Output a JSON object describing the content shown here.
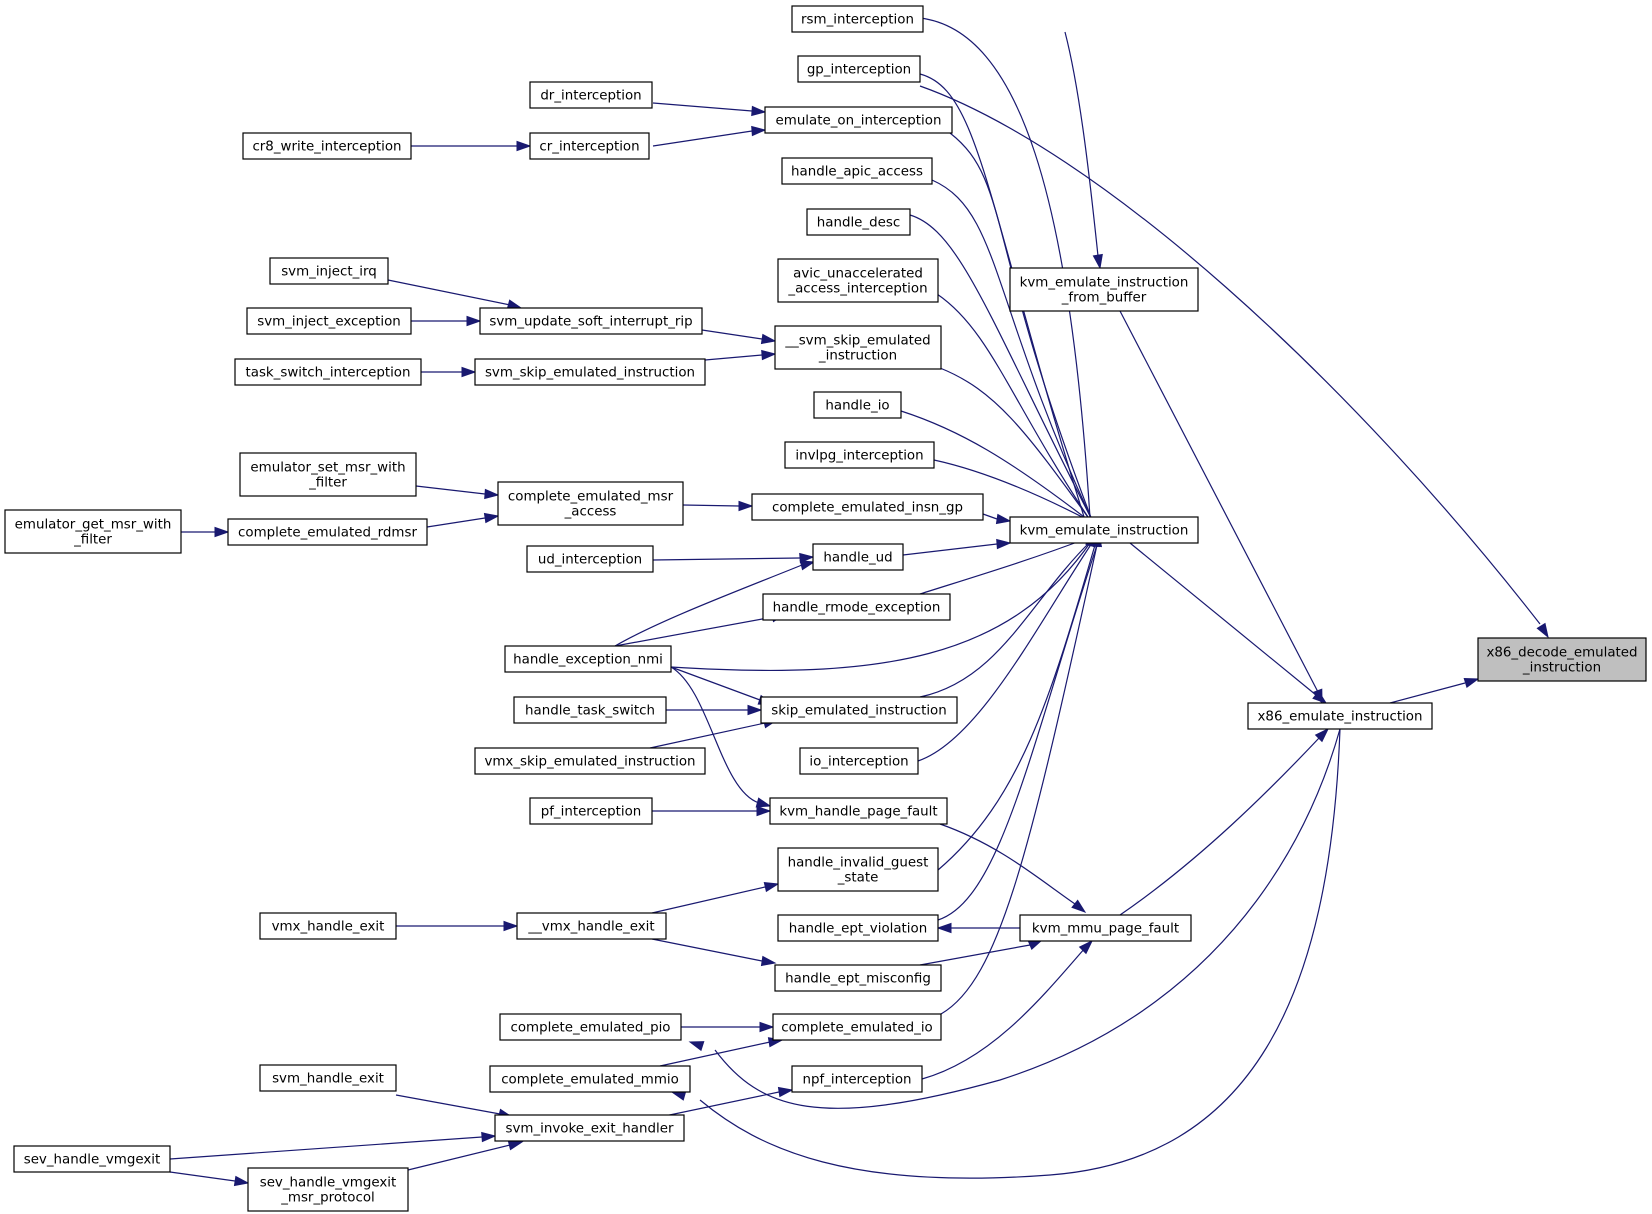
{
  "colors": {
    "edge": "#191970",
    "node_border": "#000000",
    "node_fill": "#ffffff",
    "highlight_fill": "#bfbfbf"
  },
  "nodes": [
    {
      "id": "rsm",
      "lines": [
        "rsm_interception"
      ]
    },
    {
      "id": "gp",
      "lines": [
        "gp_interception"
      ]
    },
    {
      "id": "dr",
      "lines": [
        "dr_interception"
      ]
    },
    {
      "id": "emu_int",
      "lines": [
        "emulate_on_interception"
      ]
    },
    {
      "id": "cr8",
      "lines": [
        "cr8_write_interception"
      ]
    },
    {
      "id": "cr",
      "lines": [
        "cr_interception"
      ]
    },
    {
      "id": "apic",
      "lines": [
        "handle_apic_access"
      ]
    },
    {
      "id": "desc",
      "lines": [
        "handle_desc"
      ]
    },
    {
      "id": "avic",
      "lines": [
        "avic_unaccelerated",
        "_access_interception"
      ]
    },
    {
      "id": "kvm_from_buf",
      "lines": [
        "kvm_emulate_instruction",
        "_from_buffer"
      ]
    },
    {
      "id": "svm_irq",
      "lines": [
        "svm_inject_irq"
      ]
    },
    {
      "id": "svm_exc",
      "lines": [
        "svm_inject_exception"
      ]
    },
    {
      "id": "svm_soft",
      "lines": [
        "svm_update_soft_interrupt_rip"
      ]
    },
    {
      "id": "svm_skip_em",
      "lines": [
        "__svm_skip_emulated",
        "_instruction"
      ]
    },
    {
      "id": "task_sw",
      "lines": [
        "task_switch_interception"
      ]
    },
    {
      "id": "svm_skip",
      "lines": [
        "svm_skip_emulated_instruction"
      ]
    },
    {
      "id": "h_io",
      "lines": [
        "handle_io"
      ]
    },
    {
      "id": "invlpg",
      "lines": [
        "invlpg_interception"
      ]
    },
    {
      "id": "em_set",
      "lines": [
        "emulator_set_msr_with",
        "_filter"
      ]
    },
    {
      "id": "cem_msr",
      "lines": [
        "complete_emulated_msr",
        "_access"
      ]
    },
    {
      "id": "cei_gp",
      "lines": [
        "complete_emulated_insn_gp"
      ]
    },
    {
      "id": "kvm_emu",
      "lines": [
        "kvm_emulate_instruction"
      ]
    },
    {
      "id": "em_get",
      "lines": [
        "emulator_get_msr_with",
        "_filter"
      ]
    },
    {
      "id": "cer",
      "lines": [
        "complete_emulated_rdmsr"
      ]
    },
    {
      "id": "ud_int",
      "lines": [
        "ud_interception"
      ]
    },
    {
      "id": "h_ud",
      "lines": [
        "handle_ud"
      ]
    },
    {
      "id": "h_rmode",
      "lines": [
        "handle_rmode_exception"
      ]
    },
    {
      "id": "x86_dec",
      "lines": [
        "x86_decode_emulated",
        "_instruction"
      ],
      "highlight": true
    },
    {
      "id": "h_nmi",
      "lines": [
        "handle_exception_nmi"
      ]
    },
    {
      "id": "h_task",
      "lines": [
        "handle_task_switch"
      ]
    },
    {
      "id": "skip_em",
      "lines": [
        "skip_emulated_instruction"
      ]
    },
    {
      "id": "x86_emu",
      "lines": [
        "x86_emulate_instruction"
      ]
    },
    {
      "id": "vmx_skip",
      "lines": [
        "vmx_skip_emulated_instruction"
      ]
    },
    {
      "id": "io_int",
      "lines": [
        "io_interception"
      ]
    },
    {
      "id": "pf_int",
      "lines": [
        "pf_interception"
      ]
    },
    {
      "id": "kvm_hpf",
      "lines": [
        "kvm_handle_page_fault"
      ]
    },
    {
      "id": "h_inv",
      "lines": [
        "handle_invalid_guest",
        "_state"
      ]
    },
    {
      "id": "vmx_exit",
      "lines": [
        "vmx_handle_exit"
      ]
    },
    {
      "id": "__vmx_exit",
      "lines": [
        "__vmx_handle_exit"
      ]
    },
    {
      "id": "h_ept_v",
      "lines": [
        "handle_ept_violation"
      ]
    },
    {
      "id": "kvm_mmu",
      "lines": [
        "kvm_mmu_page_fault"
      ]
    },
    {
      "id": "h_ept_m",
      "lines": [
        "handle_ept_misconfig"
      ]
    },
    {
      "id": "cep",
      "lines": [
        "complete_emulated_pio"
      ]
    },
    {
      "id": "cei",
      "lines": [
        "complete_emulated_io"
      ]
    },
    {
      "id": "svm_exit",
      "lines": [
        "svm_handle_exit"
      ]
    },
    {
      "id": "cem",
      "lines": [
        "complete_emulated_mmio"
      ]
    },
    {
      "id": "npf",
      "lines": [
        "npf_interception"
      ]
    },
    {
      "id": "svm_inv",
      "lines": [
        "svm_invoke_exit_handler"
      ]
    },
    {
      "id": "sev",
      "lines": [
        "sev_handle_vmgexit"
      ]
    },
    {
      "id": "sev_msr",
      "lines": [
        "sev_handle_vmgexit",
        "_msr_protocol"
      ]
    }
  ]
}
